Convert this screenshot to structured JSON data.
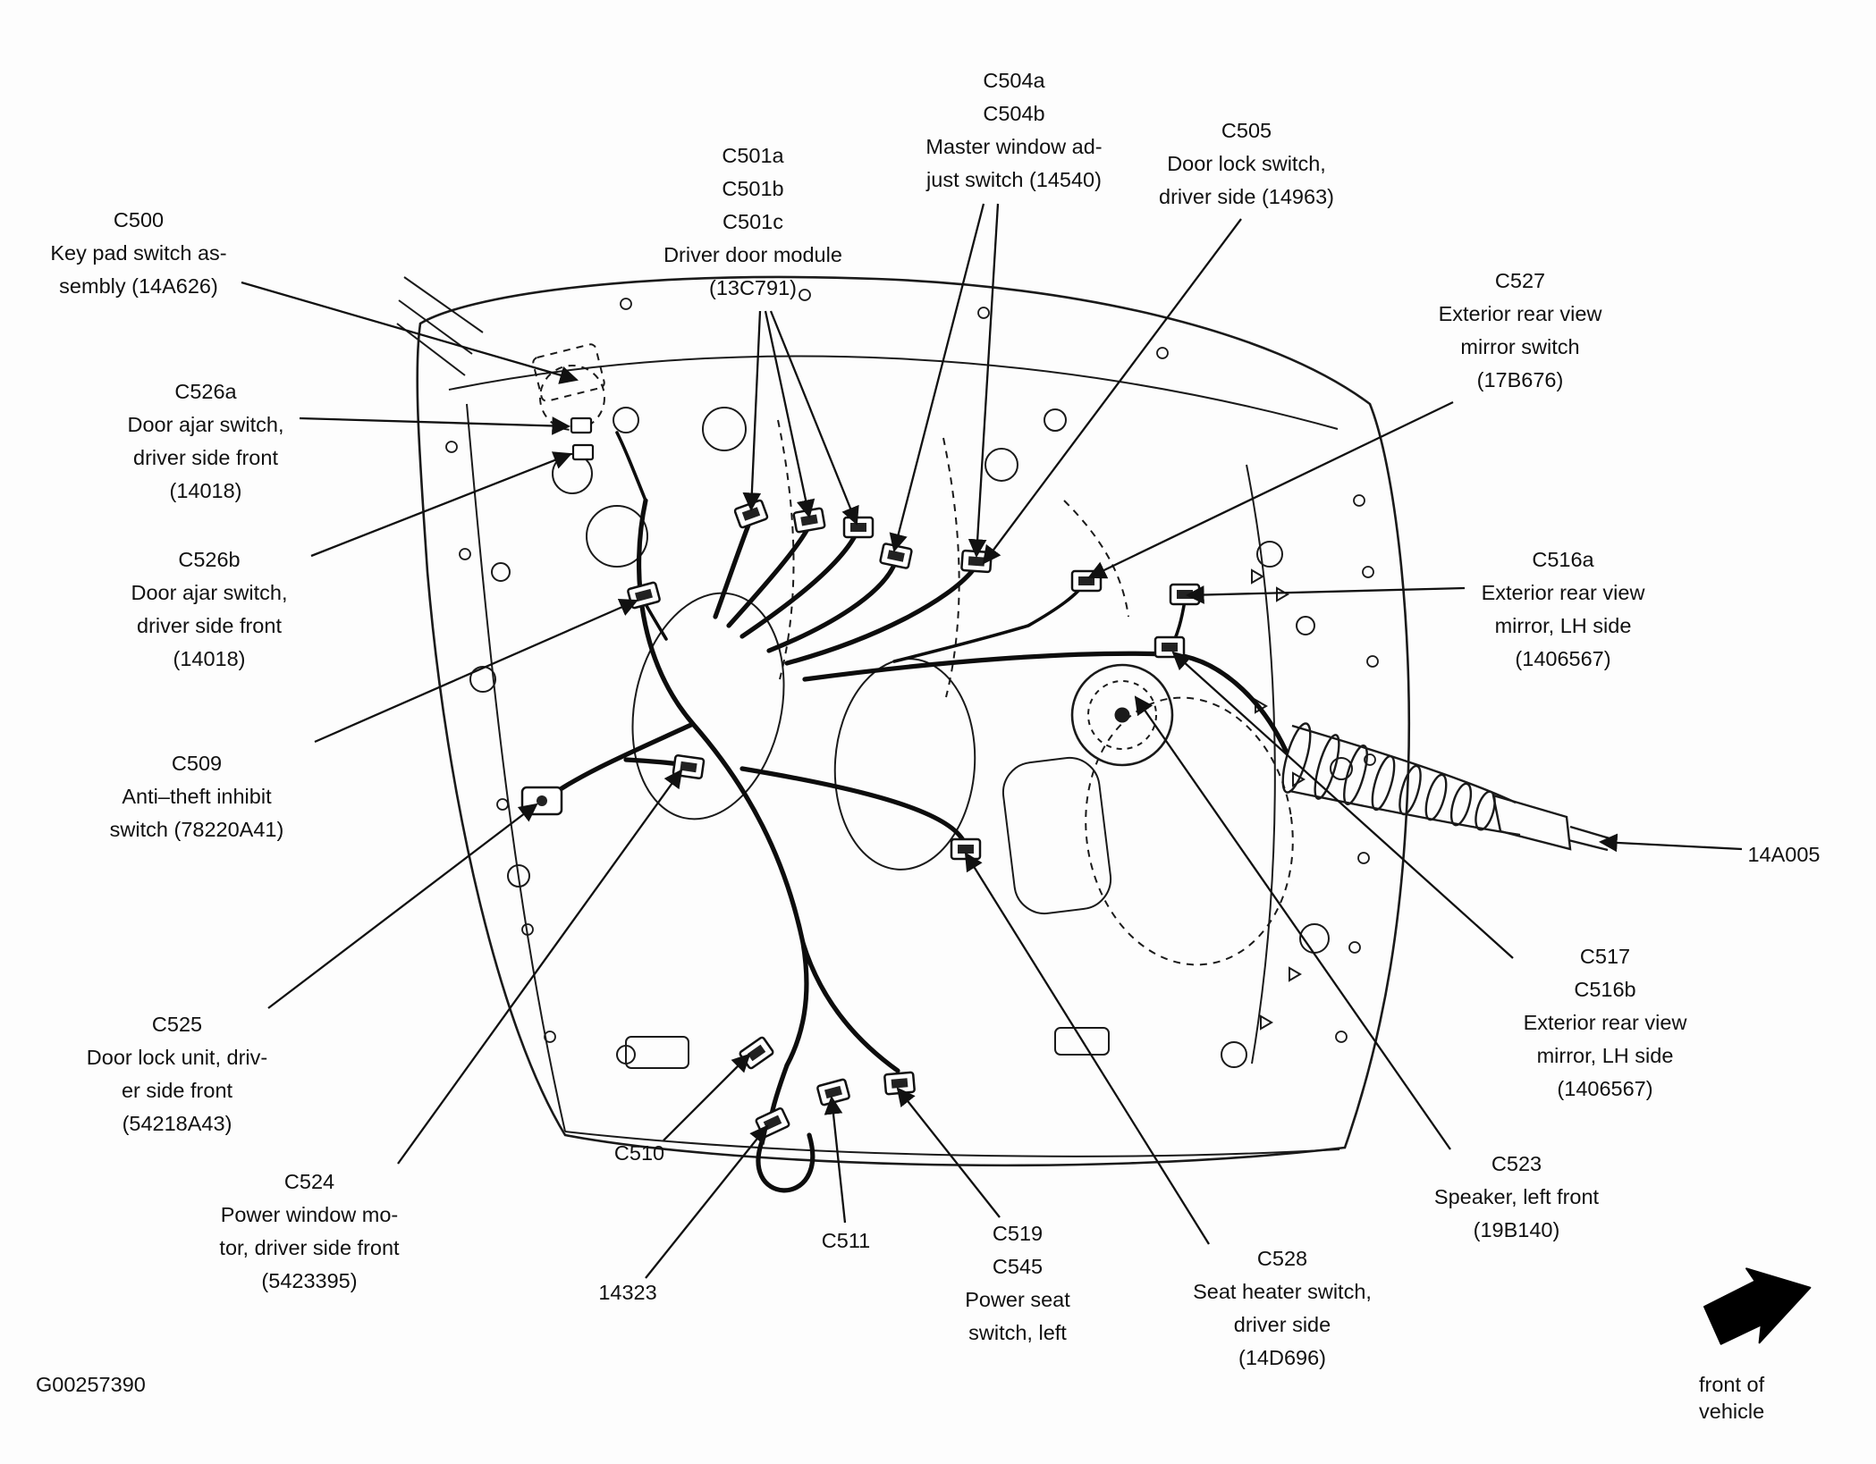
{
  "figure_code": "G00257390",
  "front_label": "front of vehicle",
  "colors": {
    "ink": "#111111",
    "paper": "#fdfdfd"
  },
  "labels": {
    "c504": {
      "lines": [
        "C504a",
        "C504b",
        "Master window ad-",
        "just switch (14540)"
      ]
    },
    "c501": {
      "lines": [
        "C501a",
        "C501b",
        "C501c",
        "Driver door module",
        "(13C791)"
      ]
    },
    "c505": {
      "lines": [
        "C505",
        "Door lock switch,",
        "driver side (14963)"
      ]
    },
    "c500": {
      "lines": [
        "C500",
        "Key pad switch as-",
        "sembly (14A626)"
      ]
    },
    "c527": {
      "lines": [
        "C527",
        "Exterior rear view",
        "mirror switch",
        "(17B676)"
      ]
    },
    "c526a": {
      "lines": [
        "C526a",
        "Door ajar switch,",
        "driver side front",
        "(14018)"
      ]
    },
    "c526b": {
      "lines": [
        "C526b",
        "Door ajar switch,",
        "driver side front",
        "(14018)"
      ]
    },
    "c516a": {
      "lines": [
        "C516a",
        "Exterior rear view",
        "mirror, LH side",
        "(1406567)"
      ]
    },
    "c509": {
      "lines": [
        "C509",
        "Anti–theft inhibit",
        "switch (78220A41)"
      ]
    },
    "a14005": {
      "lines": [
        "14A005"
      ]
    },
    "c517": {
      "lines": [
        "C517",
        "C516b",
        "Exterior rear view",
        "mirror, LH side",
        "(1406567)"
      ]
    },
    "c525": {
      "lines": [
        "C525",
        "Door lock unit, driv-",
        "er side front",
        "(54218A43)"
      ]
    },
    "c523": {
      "lines": [
        "C523",
        "Speaker, left front",
        "(19B140)"
      ]
    },
    "c524": {
      "lines": [
        "C524",
        "Power window mo-",
        "tor, driver side front",
        "(5423395)"
      ]
    },
    "c510": {
      "lines": [
        "C510"
      ]
    },
    "c511": {
      "lines": [
        "C511"
      ]
    },
    "c519": {
      "lines": [
        "C519",
        "C545",
        "Power seat",
        "switch, left"
      ]
    },
    "c528": {
      "lines": [
        "C528",
        "Seat heater switch,",
        "driver side",
        "(14D696)"
      ]
    },
    "n14323": {
      "lines": [
        "14323"
      ]
    }
  },
  "icons": {
    "front_arrow": "right-arrow"
  }
}
